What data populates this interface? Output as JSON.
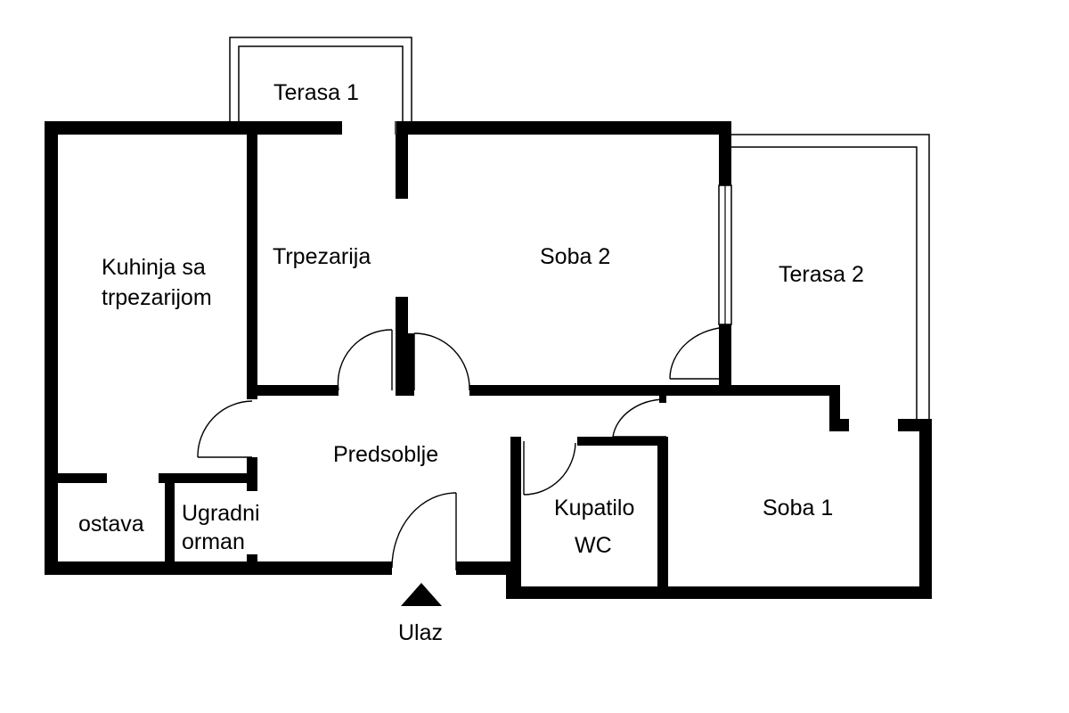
{
  "rooms": {
    "terasa_1": "Terasa 1",
    "kuhinja_line1": "Kuhinja sa",
    "kuhinja_line2": "trpezarijom",
    "trpezarija": "Trpezarija",
    "soba_2": "Soba 2",
    "terasa_2": "Terasa 2",
    "predsoblje": "Predsoblje",
    "ostava": "ostava",
    "ugradni_line1": "Ugradni",
    "ugradni_line2": "orman",
    "kupatilo_line1": "Kupatilo",
    "kupatilo_line2": "WC",
    "soba_1": "Soba 1",
    "ulaz": "Ulaz"
  },
  "colors": {
    "wall": "#000000",
    "background": "#ffffff"
  },
  "icons": {
    "entrance": "entrance-arrow-icon"
  }
}
